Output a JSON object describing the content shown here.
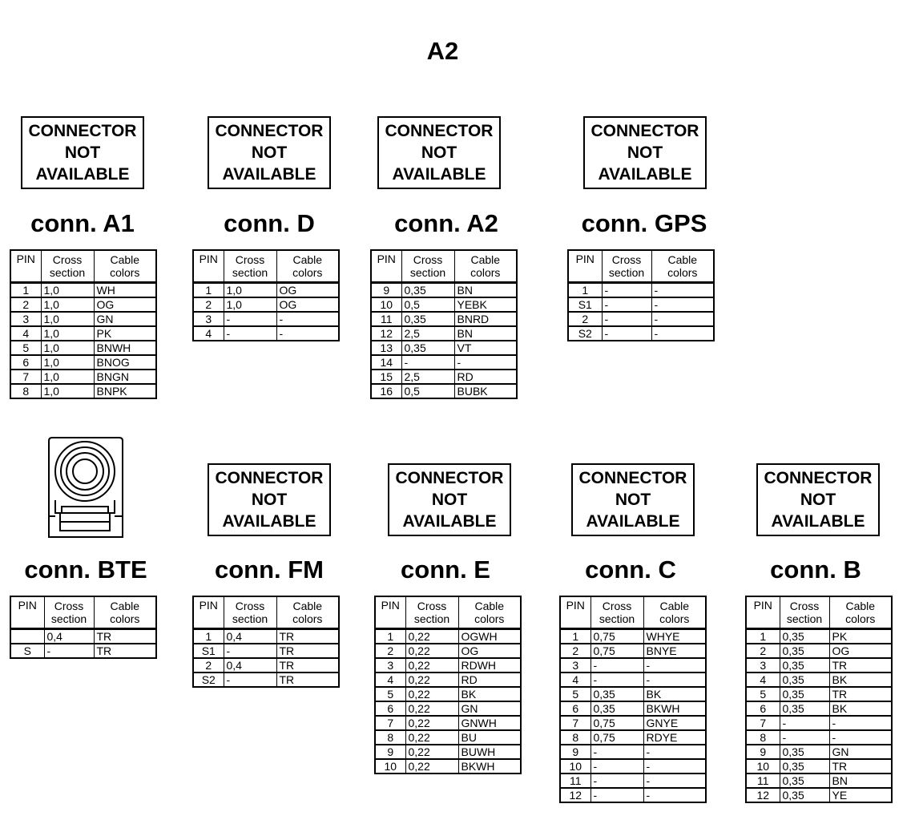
{
  "page_title": "A2",
  "header": {
    "pin": "PIN",
    "cross": [
      "Cross",
      "section"
    ],
    "colors": [
      "Cable",
      "colors"
    ]
  },
  "na_text": [
    "CONNECTOR",
    "NOT",
    "AVAILABLE"
  ],
  "connectors": [
    {
      "id": "a1",
      "name": "conn. A1",
      "rows": [
        [
          "1",
          "1,0",
          "WH"
        ],
        [
          "2",
          "1,0",
          "OG"
        ],
        [
          "3",
          "1,0",
          "GN"
        ],
        [
          "4",
          "1,0",
          "PK"
        ],
        [
          "5",
          "1,0",
          "BNWH"
        ],
        [
          "6",
          "1,0",
          "BNOG"
        ],
        [
          "7",
          "1,0",
          "BNGN"
        ],
        [
          "8",
          "1,0",
          "BNPK"
        ]
      ]
    },
    {
      "id": "d",
      "name": "conn. D",
      "rows": [
        [
          "1",
          "1,0",
          "OG"
        ],
        [
          "2",
          "1,0",
          "OG"
        ],
        [
          "3",
          "-",
          "-"
        ],
        [
          "4",
          "-",
          "-"
        ]
      ]
    },
    {
      "id": "a2",
      "name": "conn. A2",
      "rows": [
        [
          "9",
          "0,35",
          "BN"
        ],
        [
          "10",
          "0,5",
          "YEBK"
        ],
        [
          "11",
          "0,35",
          "BNRD"
        ],
        [
          "12",
          "2,5",
          "BN"
        ],
        [
          "13",
          "0,35",
          "VT"
        ],
        [
          "14",
          "-",
          "-"
        ],
        [
          "15",
          "2,5",
          "RD"
        ],
        [
          "16",
          "0,5",
          "BUBK"
        ]
      ]
    },
    {
      "id": "gps",
      "name": "conn. GPS",
      "rows": [
        [
          "1",
          "-",
          "-"
        ],
        [
          "S1",
          "-",
          "-"
        ],
        [
          "2",
          "-",
          "-"
        ],
        [
          "S2",
          "-",
          "-"
        ]
      ]
    },
    {
      "id": "bte",
      "name": "conn. BTE",
      "rows": [
        [
          "",
          "0,4",
          "TR"
        ],
        [
          "S",
          "-",
          "TR"
        ]
      ]
    },
    {
      "id": "fm",
      "name": "conn. FM",
      "rows": [
        [
          "1",
          "0,4",
          "TR"
        ],
        [
          "S1",
          "-",
          "TR"
        ],
        [
          "2",
          "0,4",
          "TR"
        ],
        [
          "S2",
          "-",
          "TR"
        ]
      ]
    },
    {
      "id": "e",
      "name": "conn. E",
      "rows": [
        [
          "1",
          "0,22",
          "OGWH"
        ],
        [
          "2",
          "0,22",
          "OG"
        ],
        [
          "3",
          "0,22",
          "RDWH"
        ],
        [
          "4",
          "0,22",
          "RD"
        ],
        [
          "5",
          "0,22",
          "BK"
        ],
        [
          "6",
          "0,22",
          "GN"
        ],
        [
          "7",
          "0,22",
          "GNWH"
        ],
        [
          "8",
          "0,22",
          "BU"
        ],
        [
          "9",
          "0,22",
          "BUWH"
        ],
        [
          "10",
          "0,22",
          "BKWH"
        ]
      ]
    },
    {
      "id": "c",
      "name": "conn. C",
      "rows": [
        [
          "1",
          "0,75",
          "WHYE"
        ],
        [
          "2",
          "0,75",
          "BNYE"
        ],
        [
          "3",
          "-",
          "-"
        ],
        [
          "4",
          "-",
          "-"
        ],
        [
          "5",
          "0,35",
          "BK"
        ],
        [
          "6",
          "0,35",
          "BKWH"
        ],
        [
          "7",
          "0,75",
          "GNYE"
        ],
        [
          "8",
          "0,75",
          "RDYE"
        ],
        [
          "9",
          "-",
          "-"
        ],
        [
          "10",
          "-",
          "-"
        ],
        [
          "11",
          "-",
          "-"
        ],
        [
          "12",
          "-",
          "-"
        ]
      ]
    },
    {
      "id": "b",
      "name": "conn. B",
      "rows": [
        [
          "1",
          "0,35",
          "PK"
        ],
        [
          "2",
          "0,35",
          "OG"
        ],
        [
          "3",
          "0,35",
          "TR"
        ],
        [
          "4",
          "0,35",
          "BK"
        ],
        [
          "5",
          "0,35",
          "TR"
        ],
        [
          "6",
          "0,35",
          "BK"
        ],
        [
          "7",
          "-",
          "-"
        ],
        [
          "8",
          "-",
          "-"
        ],
        [
          "9",
          "0,35",
          "GN"
        ],
        [
          "10",
          "0,35",
          "TR"
        ],
        [
          "11",
          "0,35",
          "BN"
        ],
        [
          "12",
          "0,35",
          "YE"
        ]
      ]
    }
  ]
}
